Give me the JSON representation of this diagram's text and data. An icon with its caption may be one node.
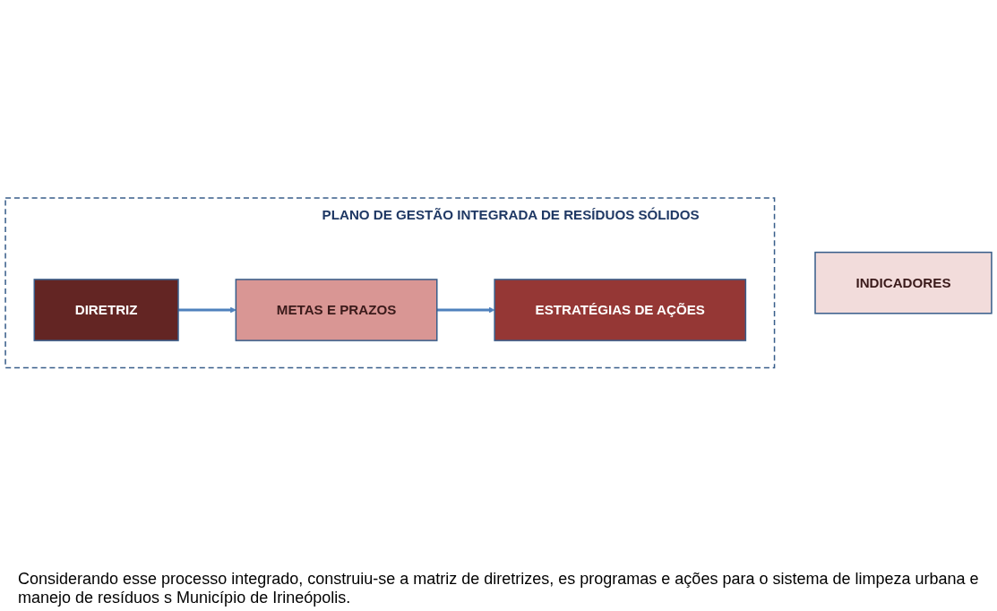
{
  "diagram": {
    "nodes": [
      {
        "text": [
          "PLANO DE GESTÃO INTEGRADA DE RESÍDUOS SÓLIDOS"
        ]
      },
      {
        "text": [
          "DIRETRIZ"
        ],
        "in": 0
      },
      {
        "text": [
          "METAS E PRAZOS"
        ],
        "in": 0
      },
      {
        "text": [
          "ESTRATÉGIAS DE AÇÕES"
        ],
        "in": 0
      },
      {
        "text": [
          "INDICADORES"
        ]
      }
    ],
    "edges": [
      {
        "from": 1,
        "to": 2,
        "arrow": "to"
      },
      {
        "from": 2,
        "to": 3,
        "arrow": "to"
      }
    ],
    "labels": [
      "Considerando esse processo integrado, construiu-se a matriz de diretrizes, es programas e ações para o sistema de limpeza urbana e manejo de resíduos s Município de Irineópolis."
    ]
  }
}
